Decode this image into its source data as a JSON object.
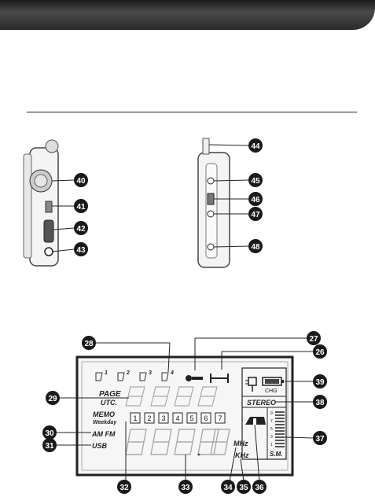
{
  "side_left_callouts": [
    "40",
    "41",
    "42",
    "43"
  ],
  "side_right_callouts": [
    "44",
    "45",
    "46",
    "47",
    "48"
  ],
  "lcd": {
    "page_label": "PAGE",
    "utc_label": "UTC.",
    "memo_label": "MEMO",
    "weekday_label": "Weekday",
    "am_fm_label": "AM FM",
    "usb_label": "USB",
    "mhz_label": "MHz",
    "khz_label": "KHz",
    "stereo_label": "STEREO",
    "chg_label": "CHG",
    "sm_label": "S.M.",
    "alarm_numbers": [
      "1",
      "2",
      "3",
      "4"
    ],
    "weekday_boxes": [
      "1",
      "2",
      "3",
      "4",
      "5",
      "6",
      "7"
    ],
    "signal_scale": [
      "9",
      "7",
      "5",
      "3",
      "1"
    ]
  },
  "lcd_callouts": {
    "c27": "27",
    "c28": "28",
    "c29": "29",
    "c30": "30",
    "c31": "31",
    "c32": "32",
    "c33": "33",
    "c34": "34",
    "c35": "35",
    "c36": "36",
    "c37": "37",
    "c38": "38",
    "c39": "39",
    "c26": "26"
  }
}
